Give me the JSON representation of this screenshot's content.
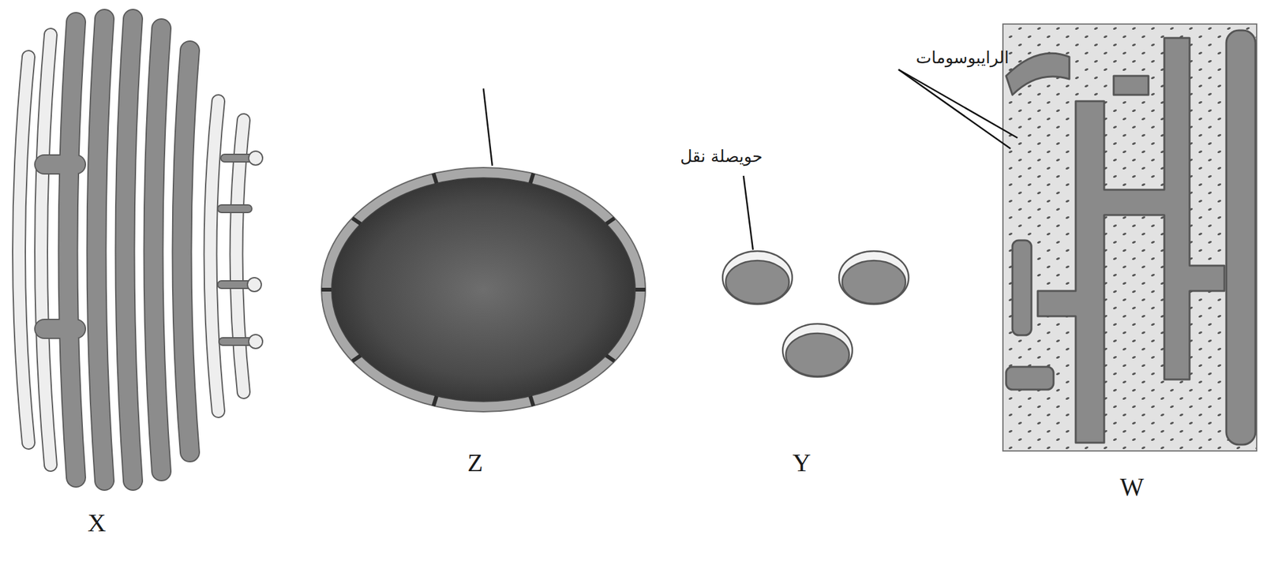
{
  "diagram": {
    "labels": [
      "حويصلة نقل",
      "الرايبوسومات",
      "X",
      "Z",
      "Y",
      "W"
    ]
  }
}
